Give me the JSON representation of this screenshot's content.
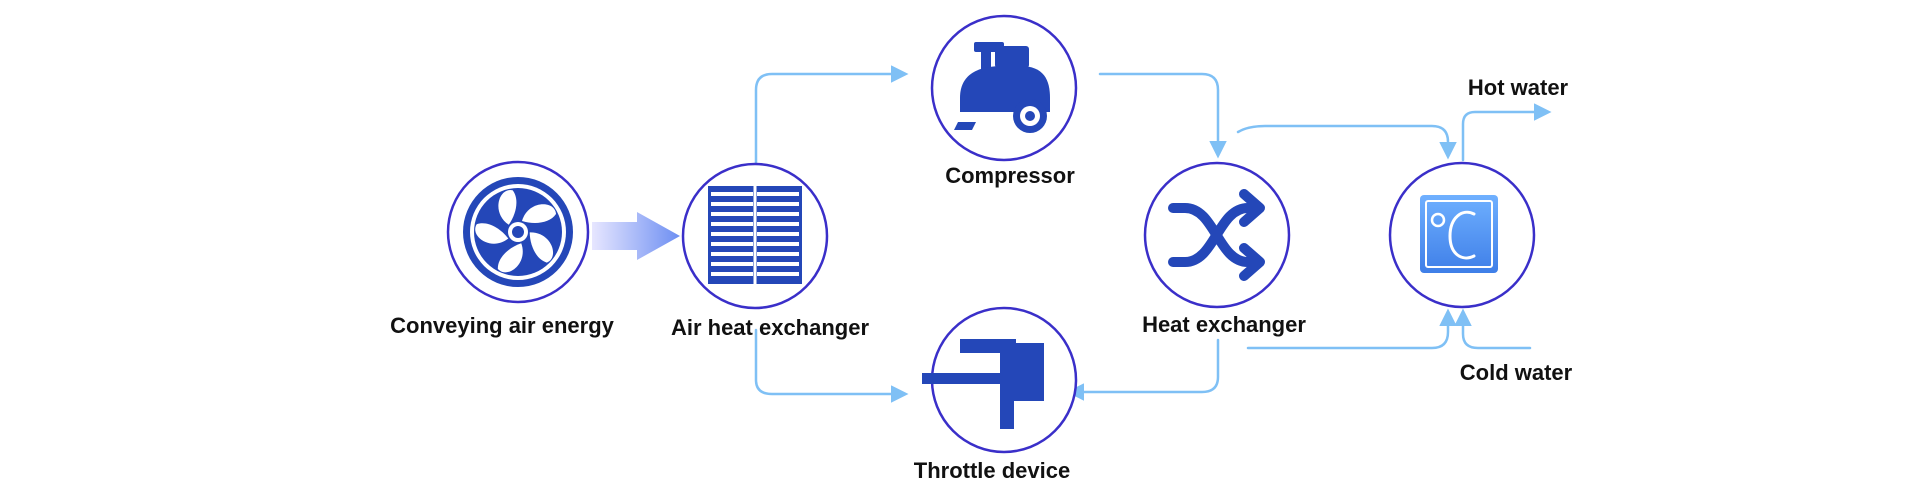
{
  "nodes": {
    "conveying_air_energy": {
      "label": "Conveying air energy",
      "icon": "fan-icon"
    },
    "air_heat_exchanger": {
      "label": "Air heat exchanger",
      "icon": "radiator-grille-icon"
    },
    "compressor": {
      "label": "Compressor",
      "icon": "compressor-icon"
    },
    "throttle_device": {
      "label": "Throttle device",
      "icon": "throttle-valve-icon"
    },
    "heat_exchanger": {
      "label": "Heat exchanger",
      "icon": "shuffle-arrows-icon"
    },
    "water_tank": {
      "icon": "celsius-thermometer-icon"
    }
  },
  "outputs": {
    "hot_water": "Hot water",
    "cold_water": "Cold water"
  },
  "colors": {
    "ring": "#3a2fc9",
    "icon": "#2447b8",
    "pipe": "#7fc0f5",
    "tank_icon": "#4a8ef0"
  }
}
